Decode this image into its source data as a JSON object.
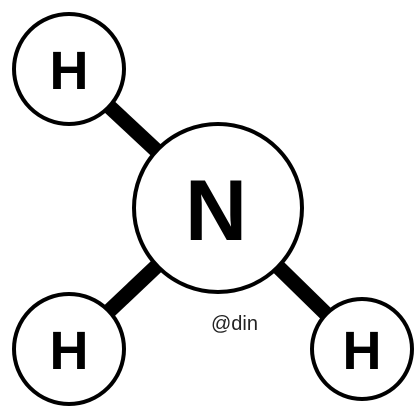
{
  "molecule": {
    "atoms": {
      "nitrogen": {
        "symbol": "N"
      },
      "hydrogen_top_left": {
        "symbol": "H"
      },
      "hydrogen_bottom_left": {
        "symbol": "H"
      },
      "hydrogen_bottom_right": {
        "symbol": "H"
      }
    },
    "bond_count": 3
  },
  "watermark": {
    "text": "@din"
  },
  "colors": {
    "atom_outline": "#000000",
    "atom_fill": "#ffffff",
    "bond": "#000000",
    "text": "#000000"
  }
}
